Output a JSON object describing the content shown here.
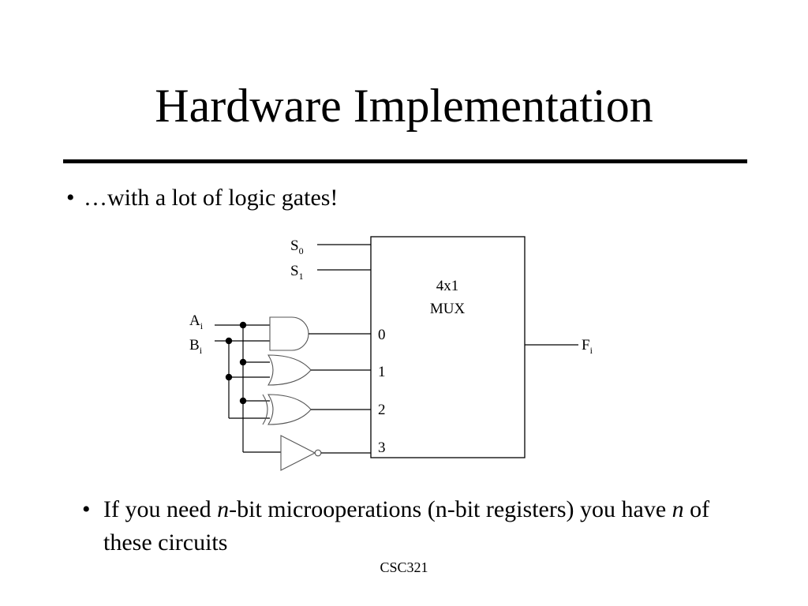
{
  "slide": {
    "title": "Hardware Implementation",
    "bullet_1": "…with a lot of logic gates!",
    "bullet_2_parts": [
      "If you need ",
      "n",
      "-bit microoperations (n-bit registers) you have ",
      "n",
      " of these circuits"
    ],
    "bullet_symbol": "•",
    "footer": "CSC321"
  },
  "diagram": {
    "mux_label_line1": "4x1",
    "mux_label_line2": "MUX",
    "inputs": [
      {
        "base": "S",
        "sub": "0"
      },
      {
        "base": "S",
        "sub": "1"
      },
      {
        "base": "A",
        "sub": "i"
      },
      {
        "base": "B",
        "sub": "i"
      }
    ],
    "output": {
      "base": "F",
      "sub": "i"
    },
    "mux_data_inputs": [
      "0",
      "1",
      "2",
      "3"
    ],
    "gates": [
      "and-gate",
      "or-gate",
      "xor-gate",
      "not-gate"
    ]
  }
}
